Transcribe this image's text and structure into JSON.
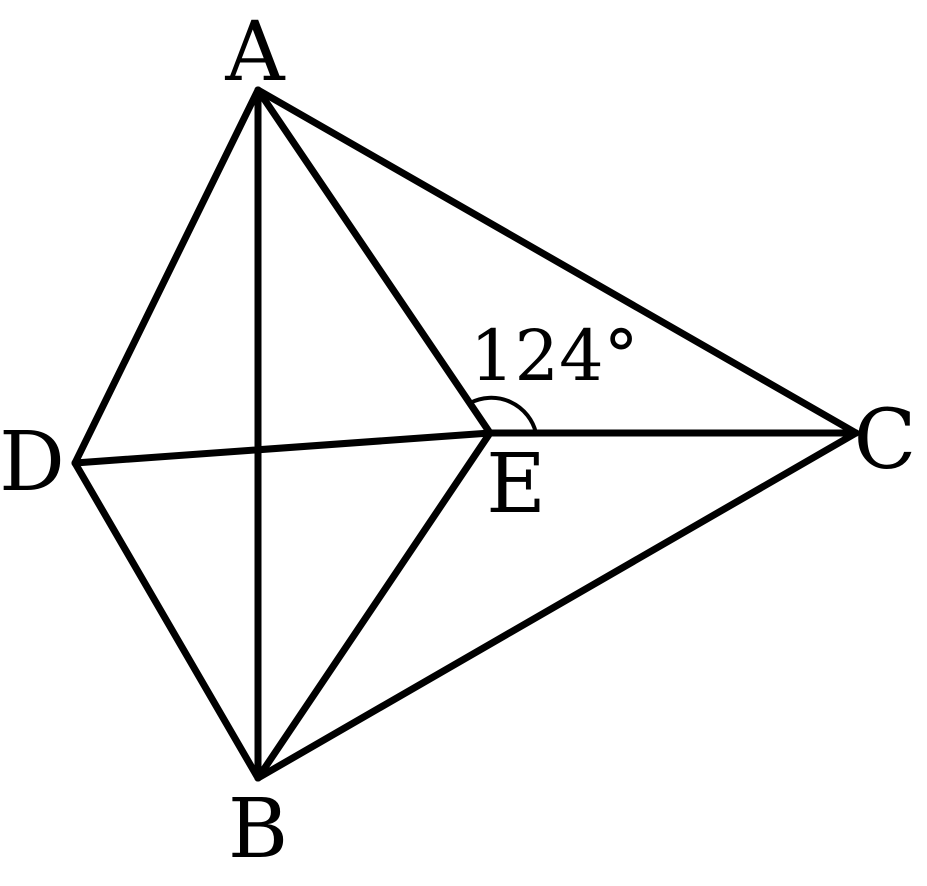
{
  "figure": {
    "points": {
      "A": "A",
      "B": "B",
      "C": "C",
      "D": "D",
      "E": "E"
    },
    "angle_label": "124°"
  }
}
